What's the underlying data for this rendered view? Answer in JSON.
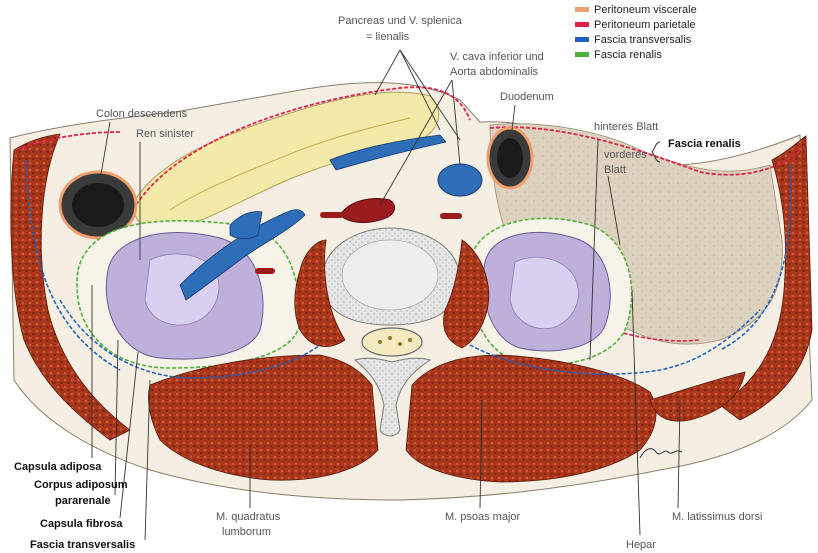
{
  "legend": {
    "items": [
      {
        "label": "Peritoneum viscerale",
        "color": "#f0a070"
      },
      {
        "label": "Peritoneum parietale",
        "color": "#e0204a"
      },
      {
        "label": "Fascia transversalis",
        "color": "#1f5fbf"
      },
      {
        "label": "Fascia renalis",
        "color": "#4fb040"
      }
    ]
  },
  "labels": {
    "pancreas_line1": "Pancreas und V. splenica",
    "pancreas_line2": "= lienalis",
    "vcava_line1": "V. cava inferior und",
    "vcava_line2": "Aorta abdominalis",
    "duodenum": "Duodenum",
    "colon": "Colon descendens",
    "ren": "Ren sinister",
    "hinteres_blatt": "hinteres Blatt",
    "vorderes_line1": "vorderes",
    "vorderes_line2": "Blatt",
    "fascia_renalis": "Fascia renalis",
    "capsula_adiposa": "Capsula adiposa",
    "corpus_line1": "Corpus adiposum",
    "corpus_line2": "pararenale",
    "capsula_fibrosa": "Capsula fibrosa",
    "fascia_transversalis": "Fascia transversalis",
    "quadratus_line1": "M. quadratus",
    "quadratus_line2": "lumborum",
    "psoas": "M. psoas major",
    "hepar": "Hepar",
    "latissimus": "M. latissimus dorsi"
  },
  "colors": {
    "muscle": "#a8361a",
    "fat": "#f2eee4",
    "kidney": "#b9a8d6",
    "vessel_blue": "#2e6db8",
    "vessel_red": "#9a1c1c",
    "pancreas": "#f3e9a8",
    "liver": "#ddd2bf"
  }
}
